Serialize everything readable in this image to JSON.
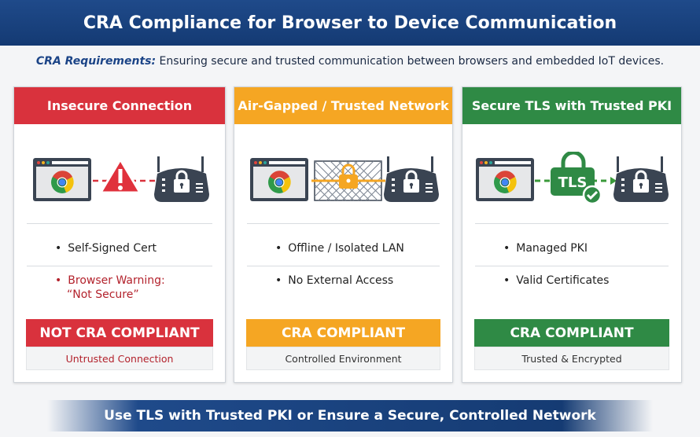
{
  "title": "CRA Compliance for Browser to Device Communication",
  "requirements": {
    "label": "CRA Requirements:",
    "text": " Ensuring secure and trusted communication between browsers and embedded IoT devices."
  },
  "colors": {
    "red": "#d9323d",
    "orange": "#f5a623",
    "green": "#2f8a45",
    "navy": "#1a447f"
  },
  "cards": [
    {
      "heading": "Insecure Connection",
      "bullets": [
        "Self-Signed Cert",
        "Browser Warning:",
        "“Not Secure”"
      ],
      "badge": "NOT CRA COMPLIANT",
      "sub": "Untrusted Connection",
      "link_icon": "warning-triangle-icon"
    },
    {
      "heading": "Air-Gapped / Trusted Network",
      "bullets": [
        "Offline / Isolated LAN",
        "No External Access"
      ],
      "badge": "CRA COMPLIANT",
      "sub": "Controlled Environment",
      "link_icon": "fence-lock-icon"
    },
    {
      "heading": "Secure TLS with Trusted PKI",
      "bullets": [
        "Managed PKI",
        "Valid Certificates"
      ],
      "badge": "CRA COMPLIANT",
      "sub": "Trusted & Encrypted",
      "link_icon": "tls-lock-icon",
      "tls_label": "TLS"
    }
  ],
  "footer": "Use TLS with Trusted PKI or Ensure a Secure, Controlled Network"
}
